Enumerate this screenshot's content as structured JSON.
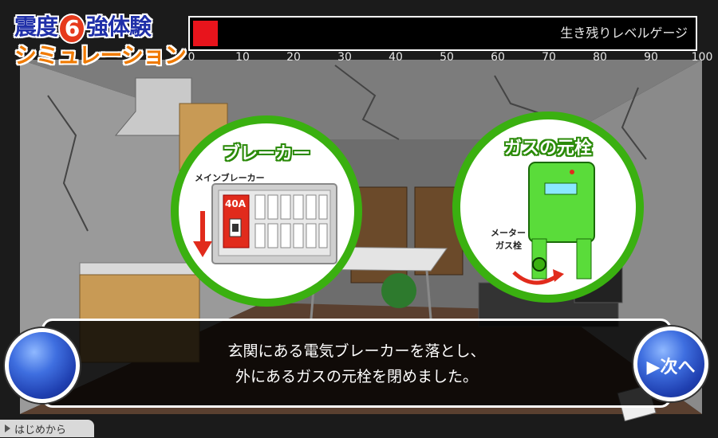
{
  "logo": {
    "line1_pre": "震度",
    "line1_num": "6",
    "line1_post": "強体験",
    "line2": "シミュレーション"
  },
  "gauge": {
    "label": "生き残りレベルゲージ",
    "level_percent": 5,
    "fill_color": "#e8141c",
    "ticks": [
      "0",
      "10",
      "20",
      "30",
      "40",
      "50",
      "60",
      "70",
      "80",
      "90",
      "100"
    ]
  },
  "breaker": {
    "title": "ブレーカー",
    "main_label": "メインブレーカー",
    "ampere": "40A",
    "arrow": "down-arrow-icon"
  },
  "gas": {
    "title": "ガスの元栓",
    "meter_label_1": "メーター",
    "meter_label_2": "ガス栓",
    "arrow": "rotate-arrow-icon"
  },
  "message": {
    "line1": "玄関にある電気ブレーカーを落とし、",
    "line2": "外にあるガスの元栓を閉めました。"
  },
  "nav": {
    "next_label": "次へ",
    "restart_label": "はじめから"
  },
  "colors": {
    "accent_green": "#3ab010",
    "orb_blue": "#2f55d0",
    "logo_blue": "#1f2fa8",
    "logo_orange": "#f07a00"
  }
}
